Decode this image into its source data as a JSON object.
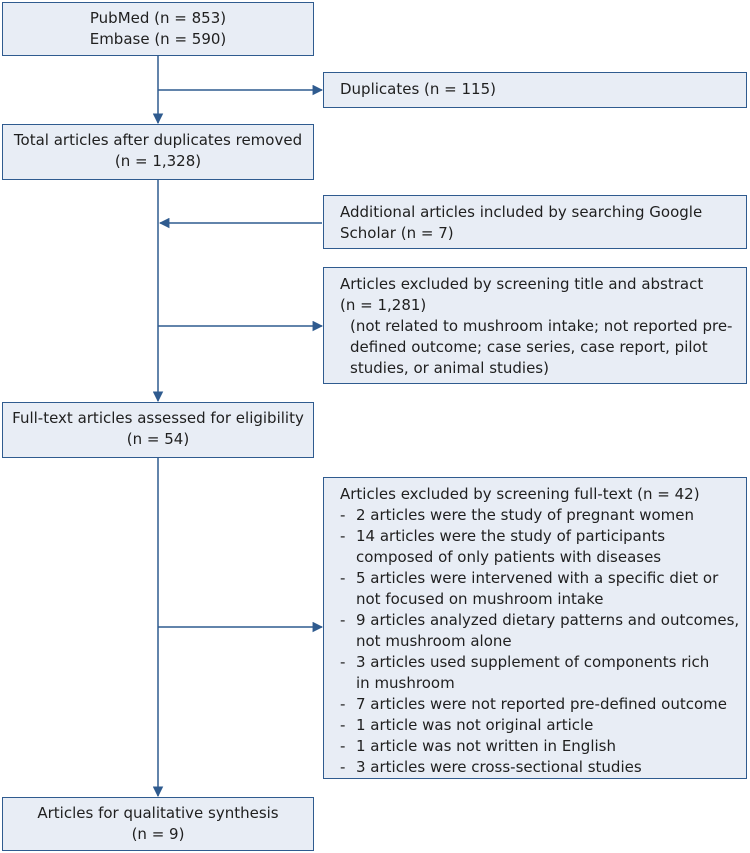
{
  "boxes": {
    "sources": {
      "line1": "PubMed (n = 853)",
      "line2": "Embase (n = 590)"
    },
    "duplicates": {
      "text": "Duplicates (n = 115)"
    },
    "after_duplicates": {
      "line1": "Total articles after duplicates removed",
      "line2": "(n = 1,328)"
    },
    "additional": {
      "line1": "Additional articles included by searching Google",
      "line2": "Scholar (n = 7)"
    },
    "excluded_title": {
      "line1": "Articles excluded by screening title and abstract",
      "line2": "(n = 1,281)",
      "note": [
        "(not related to mushroom intake; not reported pre-",
        "defined outcome; case series, case report, pilot",
        "studies, or animal studies)"
      ]
    },
    "fulltext_assessed": {
      "line1": "Full-text articles assessed for eligibility",
      "line2": "(n = 54)"
    },
    "excluded_fulltext": {
      "heading": "Articles excluded by screening full-text (n = 42)",
      "bullet_marker": "-",
      "items": [
        {
          "text": "2 articles were the study of pregnant women",
          "cont": ""
        },
        {
          "text": "14 articles were the study of participants",
          "cont": "composed of only patients with diseases"
        },
        {
          "text": "5 articles were intervened with a specific diet or",
          "cont": "not focused on mushroom intake"
        },
        {
          "text": "9 articles analyzed dietary patterns and outcomes,",
          "cont": "not mushroom alone"
        },
        {
          "text": "3 articles used supplement of components rich",
          "cont": "in mushroom"
        },
        {
          "text": "7 articles were not reported pre-defined outcome",
          "cont": ""
        },
        {
          "text": "1 article was not original article",
          "cont": ""
        },
        {
          "text": "1 article was not written in English",
          "cont": ""
        },
        {
          "text": "3 articles were cross-sectional studies",
          "cont": ""
        }
      ]
    },
    "qualitative": {
      "line1": "Articles for qualitative synthesis",
      "line2": "(n = 9)"
    }
  },
  "colors": {
    "box_fill": "#e8edf5",
    "border": "#2f5b8f",
    "arrow": "#2f5b8f"
  }
}
